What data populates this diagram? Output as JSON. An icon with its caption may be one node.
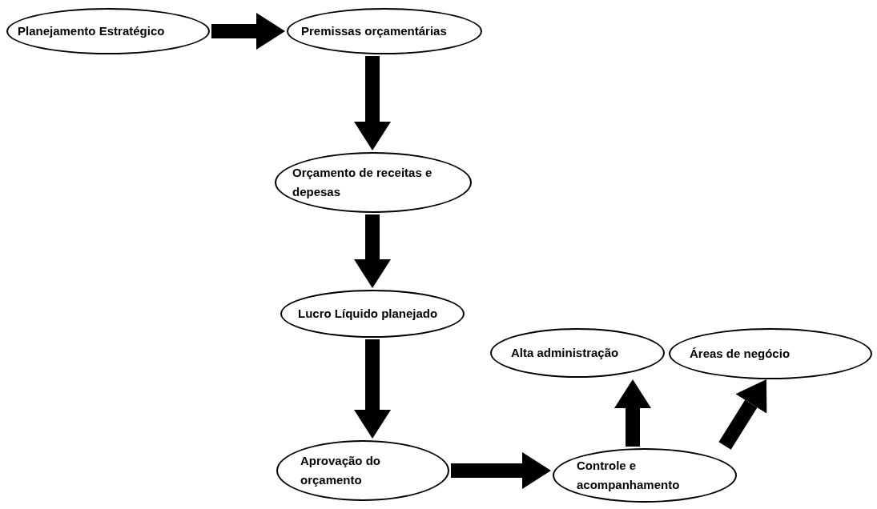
{
  "diagram": {
    "nodes": [
      {
        "text": [
          "Planejamento Estratégico"
        ]
      },
      {
        "text": [
          "Premissas orçamentárias"
        ]
      },
      {
        "text": [
          "Orçamento de receitas e depesas"
        ]
      },
      {
        "text": [
          "Lucro Líquido planejado"
        ]
      },
      {
        "text": [
          "Aprovação do orçamento"
        ]
      },
      {
        "text": [
          "Controle e acompanhamento"
        ]
      },
      {
        "text": [
          "Alta administração"
        ]
      },
      {
        "text": [
          "Áreas de negócio"
        ]
      }
    ],
    "edges": [
      {
        "from": 0,
        "to": 1,
        "arrow": "to"
      },
      {
        "from": 1,
        "to": 2,
        "arrow": "to"
      },
      {
        "from": 2,
        "to": 3,
        "arrow": "to"
      },
      {
        "from": 3,
        "to": 4,
        "arrow": "to"
      },
      {
        "from": 4,
        "to": 5,
        "arrow": "to"
      },
      {
        "from": 5,
        "to": 6,
        "arrow": "to"
      },
      {
        "from": 5,
        "to": 7,
        "arrow": "to"
      }
    ]
  }
}
